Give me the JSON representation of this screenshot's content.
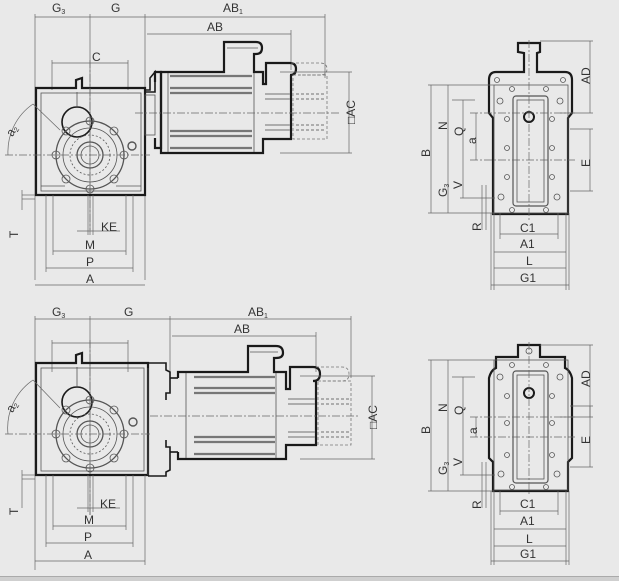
{
  "drawing": {
    "type": "dimensional drawing - worm gear reducer with servo motor",
    "background": "#e9e9e9",
    "line_color": "#1a1a1a",
    "views": [
      {
        "id": "top",
        "side_view": {
          "dimensions": {
            "G3": "G₃",
            "G": "G",
            "AB1": "AB₁",
            "AB": "AB",
            "C": "C",
            "AC": "□AC",
            "a2": "a₂",
            "T": "T",
            "KE": "KE",
            "M": "M",
            "P": "P",
            "A": "A"
          }
        },
        "end_view": {
          "dimensions": {
            "B": "B",
            "N": "N",
            "Q": "Q",
            "a": "a",
            "G3": "G₃",
            "V": "V",
            "R": "R",
            "AD": "AD",
            "E": "E",
            "C1": "C1",
            "A1": "A1",
            "L": "L",
            "G1": "G1"
          }
        }
      },
      {
        "id": "bottom",
        "side_view": {
          "dimensions": {
            "G3": "G₃",
            "G": "G",
            "AB1": "AB₁",
            "AB": "AB",
            "AC": "□AC",
            "a2": "a₂",
            "T": "T",
            "KE": "KE",
            "M": "M",
            "P": "P",
            "A": "A"
          }
        },
        "end_view": {
          "dimensions": {
            "B": "B",
            "N": "N",
            "Q": "Q",
            "a": "a",
            "G3": "G₃",
            "V": "V",
            "R": "R",
            "AD": "AD",
            "E": "E",
            "C1": "C1",
            "A1": "A1",
            "L": "L",
            "G1": "G1"
          }
        }
      }
    ]
  }
}
